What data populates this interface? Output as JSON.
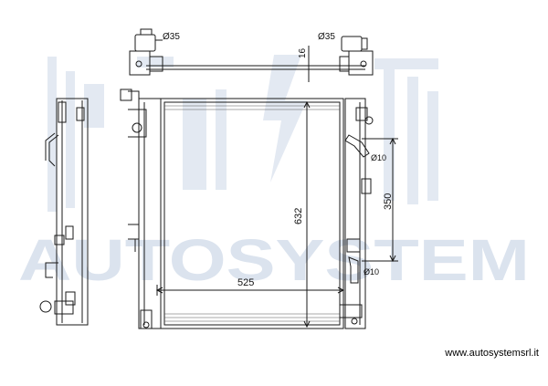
{
  "watermark": {
    "text": "AUTOSYSTEM",
    "color": "#dbe3ee"
  },
  "dimensions": {
    "top_left_diameter": "Ø35",
    "top_right_diameter": "Ø35",
    "top_offset": "16",
    "height": "632",
    "width": "525",
    "port_spacing": "350",
    "upper_port_diameter": "Ø10",
    "lower_port_diameter": "Ø10"
  },
  "footer": {
    "website": "www.autosystemsrl.it"
  },
  "colors": {
    "line": "#1a1a1a",
    "fin": "#555555",
    "background": "#ffffff"
  }
}
